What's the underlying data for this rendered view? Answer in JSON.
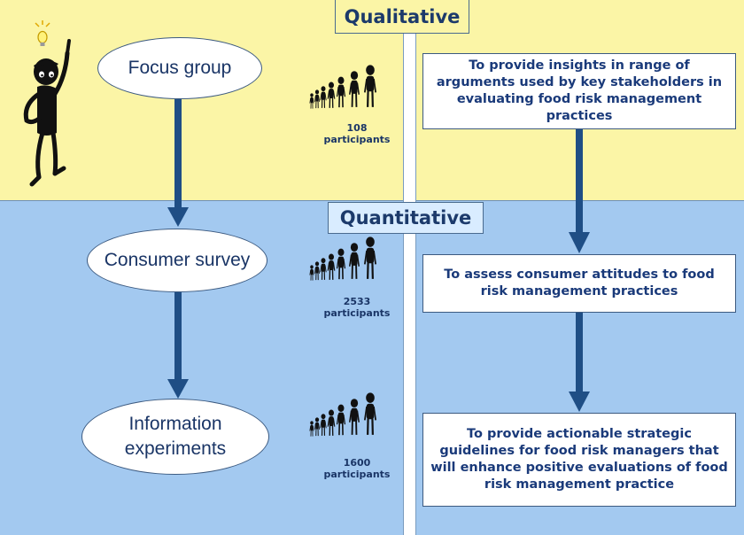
{
  "sections": {
    "qualitative": "Qualitative",
    "quantitative": "Quantitative"
  },
  "methods": {
    "focus_group": "Focus group",
    "consumer_survey": "Consumer survey",
    "information_experiments": "Information experiments"
  },
  "participants": {
    "focus_group": "108 participants",
    "consumer_survey": "2533 participants",
    "information_experiments": "1600 participants"
  },
  "aims": {
    "insights": "To provide insights in range of arguments used by key stakeholders in evaluating food risk management practices",
    "assess": "To assess consumer attitudes to food risk management practices",
    "guidelines": "To provide actionable strategic guidelines for food risk managers that will enhance positive evaluations of food risk management practice"
  },
  "colors": {
    "qualitative_bg": "#fbf5a6",
    "quantitative_bg": "#a3c9f0",
    "arrow": "#1f4e85",
    "text_dark_blue": "#1a3a7a"
  }
}
